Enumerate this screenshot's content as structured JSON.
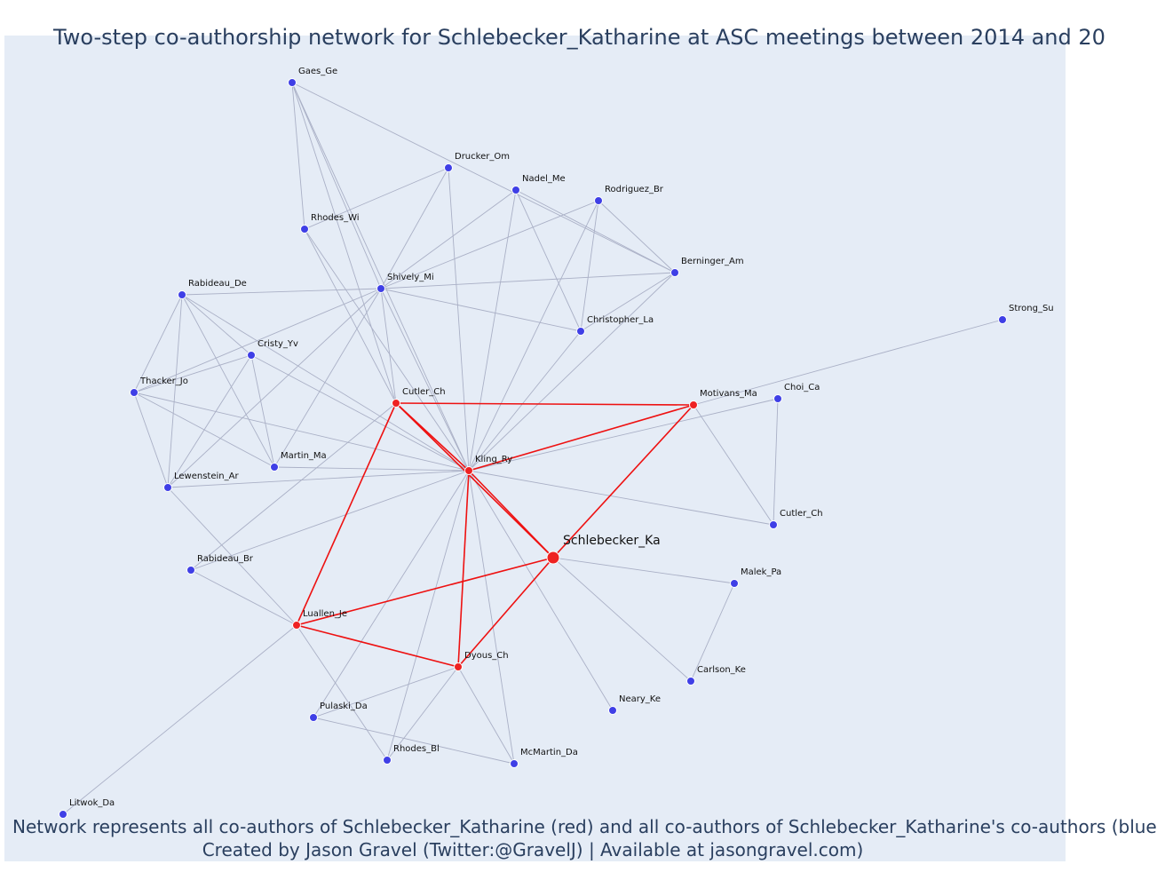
{
  "title": "Two-step co-authorship network for Schlebecker_Katharine at ASC meetings between 2014 and 20",
  "caption": {
    "line1": "Network represents all co-authors of Schlebecker_Katharine (red) and all co-authors of Schlebecker_Katharine's co-authors (blue",
    "line2": "Created by Jason Gravel (Twitter:@GravelJ) | Available at jasongravel.com)"
  },
  "colors": {
    "red_node": "#ee2222",
    "blue_node": "#3f3fe6",
    "red_edge": "#ee1111",
    "grey_edge": "#aab0c6",
    "background": "#e5ecf6"
  },
  "chart_data": {
    "type": "network",
    "focal": "Schlebecker_Ka",
    "nodes": [
      {
        "id": "Gaes_Ge",
        "group": "blue"
      },
      {
        "id": "Drucker_Om",
        "group": "blue"
      },
      {
        "id": "Nadel_Me",
        "group": "blue"
      },
      {
        "id": "Rodriguez_Br",
        "group": "blue"
      },
      {
        "id": "Rhodes_Wi",
        "group": "blue"
      },
      {
        "id": "Berninger_Am",
        "group": "blue"
      },
      {
        "id": "Strong_Su",
        "group": "blue"
      },
      {
        "id": "Rabideau_De",
        "group": "blue"
      },
      {
        "id": "Shively_Mi",
        "group": "blue"
      },
      {
        "id": "Christopher_La",
        "group": "blue"
      },
      {
        "id": "Cristy_Yv",
        "group": "blue"
      },
      {
        "id": "Thacker_Jo",
        "group": "blue"
      },
      {
        "id": "Cutler_Ch",
        "group": "red"
      },
      {
        "id": "Motivans_Ma",
        "group": "red"
      },
      {
        "id": "Choi_Ca",
        "group": "blue"
      },
      {
        "id": "Martin_Ma",
        "group": "blue"
      },
      {
        "id": "Kling_Ry",
        "group": "red"
      },
      {
        "id": "Lewenstein_Ar",
        "group": "blue"
      },
      {
        "id": "Cutler_Ch ",
        "group": "blue"
      },
      {
        "id": "Schlebecker_Ka",
        "group": "focal"
      },
      {
        "id": "Rabideau_Br",
        "group": "blue"
      },
      {
        "id": "Malek_Pa",
        "group": "blue"
      },
      {
        "id": "Luallen_Je",
        "group": "red"
      },
      {
        "id": "Dyous_Ch",
        "group": "red"
      },
      {
        "id": "Carlson_Ke",
        "group": "blue"
      },
      {
        "id": "Neary_Ke",
        "group": "blue"
      },
      {
        "id": "Pulaski_Da",
        "group": "blue"
      },
      {
        "id": "Rhodes_Bl",
        "group": "blue"
      },
      {
        "id": "McMartin_Da",
        "group": "blue"
      },
      {
        "id": "Litwok_Da",
        "group": "blue"
      }
    ],
    "edges": [
      [
        "Schlebecker_Ka",
        "Kling_Ry"
      ],
      [
        "Schlebecker_Ka",
        "Cutler_Ch"
      ],
      [
        "Schlebecker_Ka",
        "Motivans_Ma"
      ],
      [
        "Schlebecker_Ka",
        "Luallen_Je"
      ],
      [
        "Schlebecker_Ka",
        "Dyous_Ch"
      ],
      [
        "Cutler_Ch",
        "Kling_Ry"
      ],
      [
        "Cutler_Ch",
        "Motivans_Ma"
      ],
      [
        "Cutler_Ch",
        "Luallen_Je"
      ],
      [
        "Kling_Ry",
        "Motivans_Ma"
      ],
      [
        "Kling_Ry",
        "Dyous_Ch"
      ],
      [
        "Luallen_Je",
        "Dyous_Ch"
      ],
      [
        "Gaes_Ge",
        "Rhodes_Wi"
      ],
      [
        "Gaes_Ge",
        "Shively_Mi"
      ],
      [
        "Gaes_Ge",
        "Cutler_Ch"
      ],
      [
        "Gaes_Ge",
        "Kling_Ry"
      ],
      [
        "Gaes_Ge",
        "Berninger_Am"
      ],
      [
        "Drucker_Om",
        "Rhodes_Wi"
      ],
      [
        "Drucker_Om",
        "Shively_Mi"
      ],
      [
        "Drucker_Om",
        "Kling_Ry"
      ],
      [
        "Nadel_Me",
        "Kling_Ry"
      ],
      [
        "Nadel_Me",
        "Christopher_La"
      ],
      [
        "Nadel_Me",
        "Berninger_Am"
      ],
      [
        "Nadel_Me",
        "Shively_Mi"
      ],
      [
        "Rodriguez_Br",
        "Shively_Mi"
      ],
      [
        "Rodriguez_Br",
        "Christopher_La"
      ],
      [
        "Rodriguez_Br",
        "Kling_Ry"
      ],
      [
        "Rodriguez_Br",
        "Berninger_Am"
      ],
      [
        "Rhodes_Wi",
        "Cutler_Ch"
      ],
      [
        "Rhodes_Wi",
        "Kling_Ry"
      ],
      [
        "Berninger_Am",
        "Shively_Mi"
      ],
      [
        "Berninger_Am",
        "Kling_Ry"
      ],
      [
        "Berninger_Am",
        "Christopher_La"
      ],
      [
        "Shively_Mi",
        "Christopher_La"
      ],
      [
        "Shively_Mi",
        "Cutler_Ch"
      ],
      [
        "Shively_Mi",
        "Kling_Ry"
      ],
      [
        "Shively_Mi",
        "Rabideau_De"
      ],
      [
        "Shively_Mi",
        "Thacker_Jo"
      ],
      [
        "Shively_Mi",
        "Martin_Ma"
      ],
      [
        "Shively_Mi",
        "Lewenstein_Ar"
      ],
      [
        "Rabideau_De",
        "Cristy_Yv"
      ],
      [
        "Rabideau_De",
        "Thacker_Jo"
      ],
      [
        "Rabideau_De",
        "Martin_Ma"
      ],
      [
        "Rabideau_De",
        "Lewenstein_Ar"
      ],
      [
        "Rabideau_De",
        "Kling_Ry"
      ],
      [
        "Cristy_Yv",
        "Thacker_Jo"
      ],
      [
        "Cristy_Yv",
        "Martin_Ma"
      ],
      [
        "Cristy_Yv",
        "Lewenstein_Ar"
      ],
      [
        "Cristy_Yv",
        "Kling_Ry"
      ],
      [
        "Thacker_Jo",
        "Lewenstein_Ar"
      ],
      [
        "Thacker_Jo",
        "Martin_Ma"
      ],
      [
        "Thacker_Jo",
        "Kling_Ry"
      ],
      [
        "Martin_Ma",
        "Kling_Ry"
      ],
      [
        "Lewenstein_Ar",
        "Kling_Ry"
      ],
      [
        "Lewenstein_Ar",
        "Luallen_Je"
      ],
      [
        "Strong_Su",
        "Motivans_Ma"
      ],
      [
        "Motivans_Ma",
        "Cutler_Ch "
      ],
      [
        "Choi_Ca",
        "Cutler_Ch "
      ],
      [
        "Choi_Ca",
        "Kling_Ry"
      ],
      [
        "Kling_Ry",
        "Cutler_Ch "
      ],
      [
        "Kling_Ry",
        "Rabideau_Br"
      ],
      [
        "Kling_Ry",
        "Neary_Ke"
      ],
      [
        "Kling_Ry",
        "Pulaski_Da"
      ],
      [
        "Kling_Ry",
        "Rhodes_Bl"
      ],
      [
        "Kling_Ry",
        "McMartin_Da"
      ],
      [
        "Kling_Ry",
        "Christopher_La"
      ],
      [
        "Cutler_Ch",
        "Rabideau_Br"
      ],
      [
        "Schlebecker_Ka",
        "Malek_Pa"
      ],
      [
        "Schlebecker_Ka",
        "Carlson_Ke"
      ],
      [
        "Malek_Pa",
        "Carlson_Ke"
      ],
      [
        "Rabideau_Br",
        "Luallen_Je"
      ],
      [
        "Luallen_Je",
        "Rhodes_Bl"
      ],
      [
        "Luallen_Je",
        "Litwok_Da"
      ],
      [
        "Dyous_Ch",
        "Pulaski_Da"
      ],
      [
        "Dyous_Ch",
        "Rhodes_Bl"
      ],
      [
        "Dyous_Ch",
        "McMartin_Da"
      ],
      [
        "Pulaski_Da",
        "McMartin_Da"
      ]
    ]
  }
}
